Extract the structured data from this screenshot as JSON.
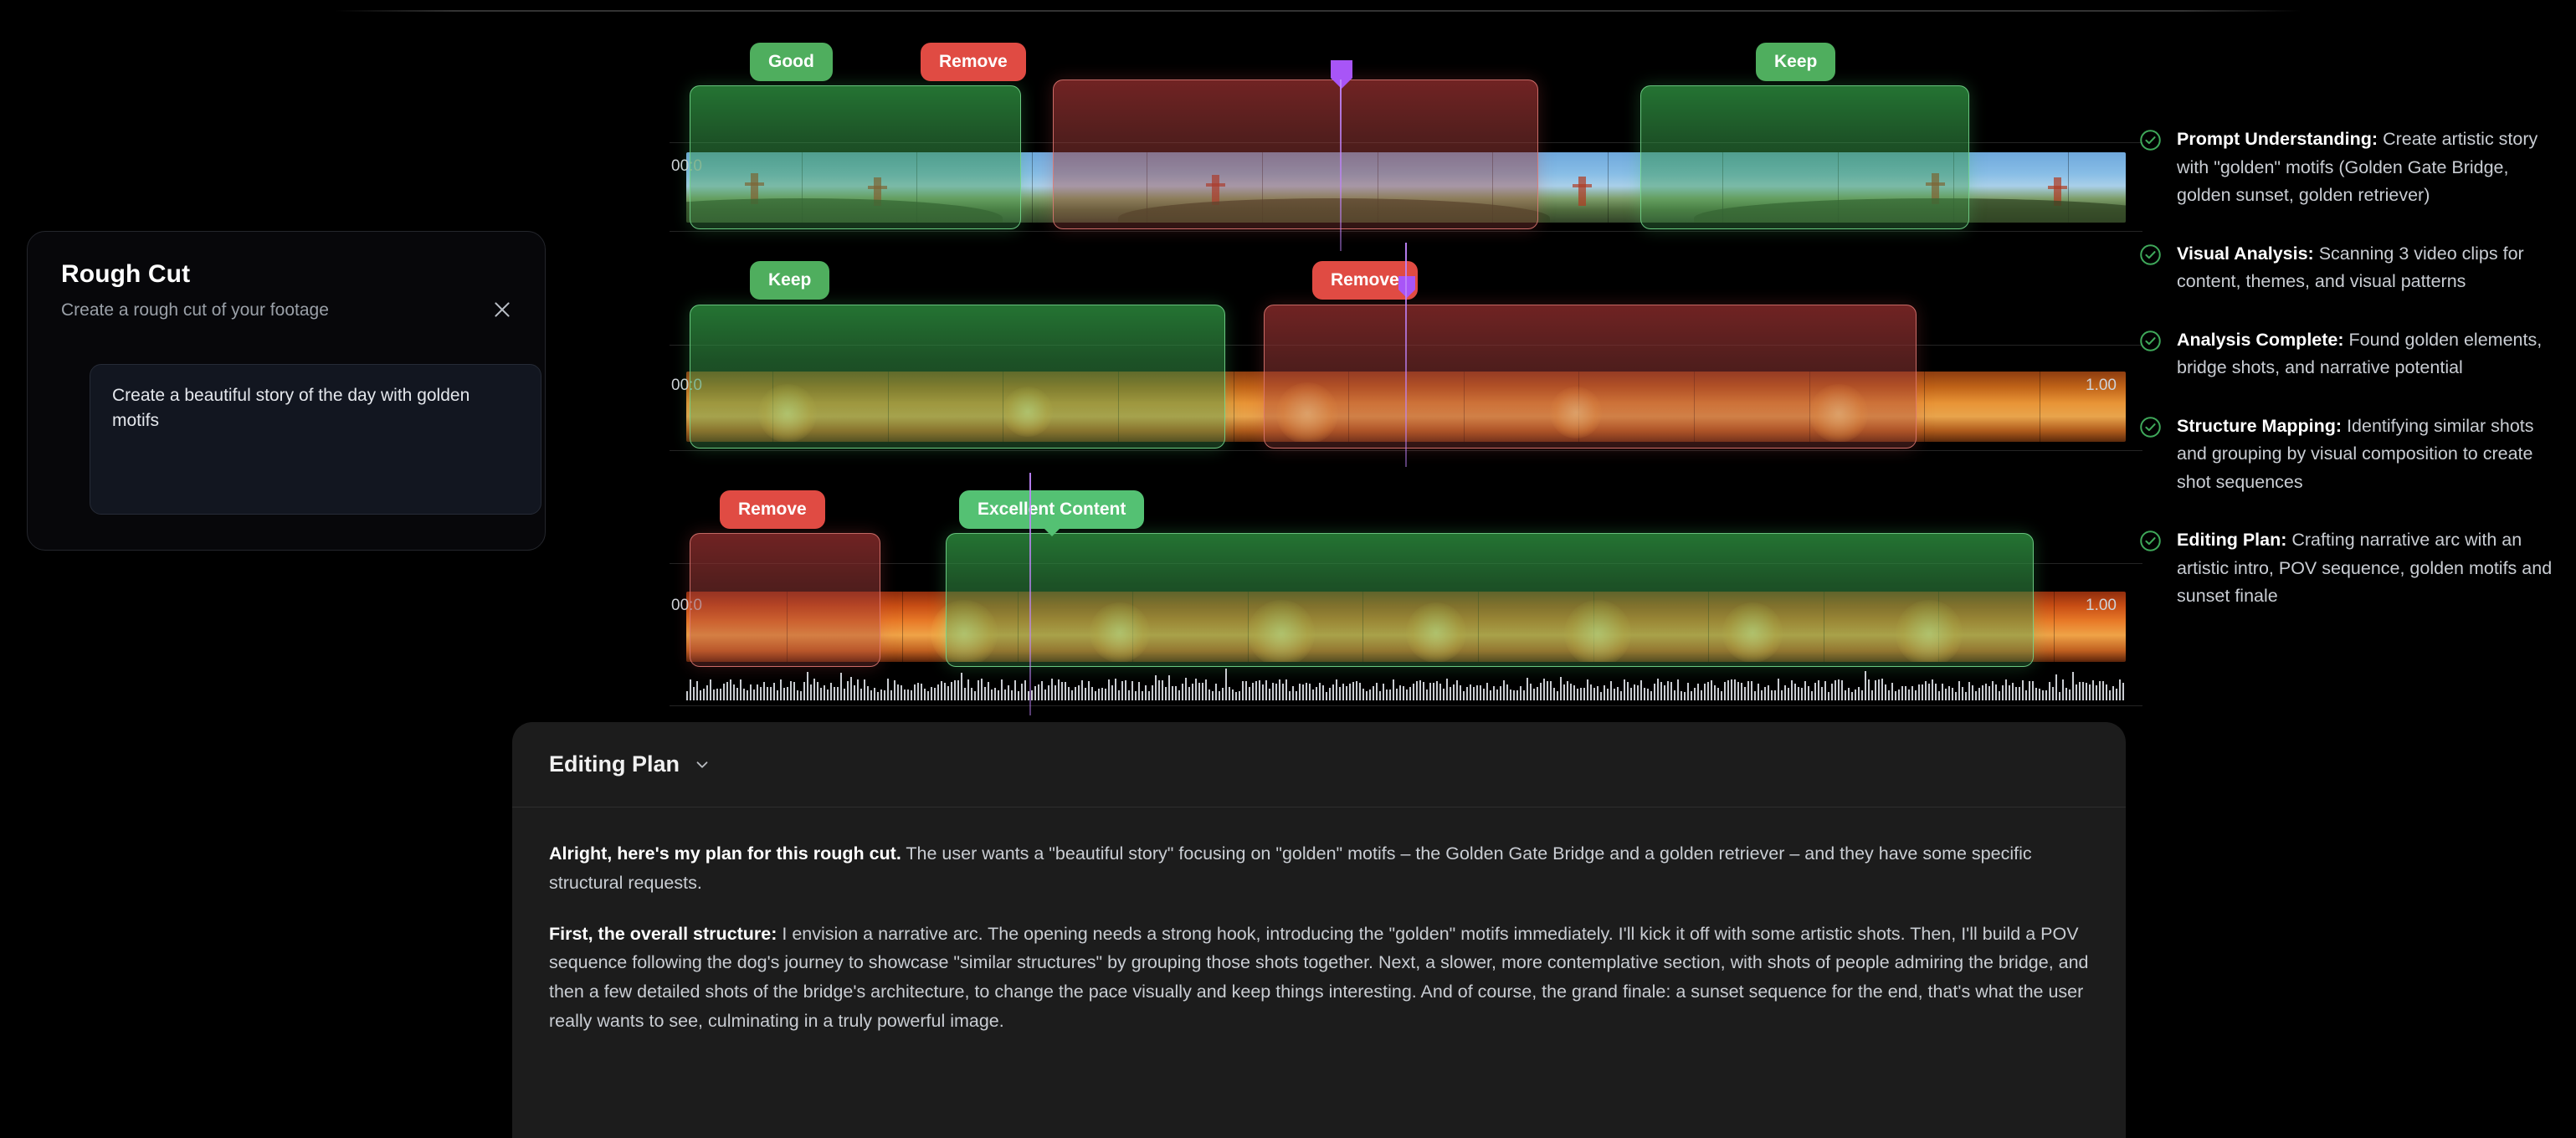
{
  "colors": {
    "badge_green": "#4fae5e",
    "badge_green_bright": "#54c173",
    "badge_red": "#e04b43",
    "playhead_purple": "#a855f7",
    "check_green": "#3fa85a",
    "panel_bg": "#1c1c1c",
    "page_bg": "#000000"
  },
  "rough_cut": {
    "title": "Rough Cut",
    "subtitle": "Create a rough cut of your footage",
    "prompt_value": "Create a beautiful story of the day with golden motifs",
    "close_icon": "close-icon"
  },
  "timeline": {
    "tracks": [
      {
        "name": "track-bridge",
        "timecode_left": "00:0",
        "timecode_right": "",
        "clips": [
          {
            "label": "Good",
            "tone": "green",
            "badge_style": "green"
          },
          {
            "label": "Remove",
            "tone": "red",
            "badge_style": "red"
          },
          {
            "label": "Keep",
            "tone": "green",
            "badge_style": "green"
          }
        ]
      },
      {
        "name": "track-sunset",
        "timecode_left": "00:0",
        "timecode_right": "1.00",
        "clips": [
          {
            "label": "Keep",
            "tone": "green",
            "badge_style": "green"
          },
          {
            "label": "Remove",
            "tone": "red",
            "badge_style": "red"
          }
        ]
      },
      {
        "name": "track-golden",
        "timecode_left": "00:0",
        "timecode_right": "1.00",
        "clips": [
          {
            "label": "Remove",
            "tone": "red",
            "badge_style": "red"
          },
          {
            "label": "Excellent Content",
            "tone": "green",
            "badge_style": "green-bright"
          }
        ]
      }
    ]
  },
  "editing_plan": {
    "title": "Editing Plan",
    "chevron_icon": "chevron-down-icon",
    "paragraphs": [
      {
        "lead": "Alright, here's my plan for this rough cut.",
        "body": " The user wants a \"beautiful story\" focusing on \"golden\" motifs – the Golden Gate Bridge and a golden retriever – and they have some specific structural requests."
      },
      {
        "lead": "First, the overall structure:",
        "body": " I envision a narrative arc. The opening needs a strong hook, introducing the \"golden\" motifs immediately. I'll kick it off with some artistic shots. Then, I'll build a POV sequence following the dog's journey to showcase \"similar structures\" by grouping those shots together. Next, a slower, more contemplative section, with shots of people admiring the bridge, and then a few detailed shots of the bridge's architecture, to change the pace visually and keep things interesting. And of course, the grand finale: a sunset sequence for the end, that's what the user really wants to see, culminating in a truly powerful image."
      }
    ]
  },
  "checklist": {
    "icon": "check-circle-icon",
    "items": [
      {
        "lead": "Prompt Understanding:",
        "body": " Create artistic story with \"golden\" motifs (Golden Gate Bridge, golden sunset, golden retriever)"
      },
      {
        "lead": "Visual Analysis:",
        "body": " Scanning 3 video clips for content, themes, and visual patterns"
      },
      {
        "lead": "Analysis Complete:",
        "body": " Found golden elements, bridge shots, and narrative potential"
      },
      {
        "lead": "Structure Mapping:",
        "body": " Identifying similar shots and grouping by visual composition to create shot sequences"
      },
      {
        "lead": "Editing Plan:",
        "body": " Crafting narrative arc with an artistic intro, POV sequence, golden motifs and sunset finale"
      }
    ]
  }
}
